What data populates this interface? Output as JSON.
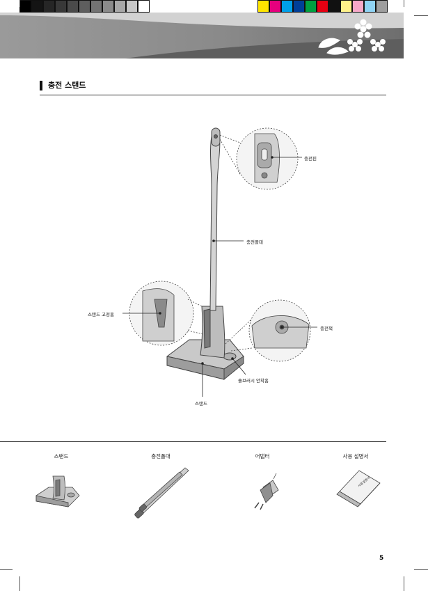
{
  "colors": {
    "gray_swatches": [
      "#000000",
      "#141414",
      "#262626",
      "#383838",
      "#4a4a4a",
      "#5e5e5e",
      "#737373",
      "#8a8a8a",
      "#a8a8a8",
      "#c8c8c8",
      "#ffffff"
    ],
    "color_swatches": [
      "#ffe600",
      "#e6007e",
      "#00a0e9",
      "#003f98",
      "#00a040",
      "#e60012",
      "#111111",
      "#fff28a",
      "#f7a8c8",
      "#8fd3f4",
      "#9e9e9e"
    ],
    "banner_dark": "#8c8c8c",
    "banner_light": "#d6d6d6"
  },
  "section": {
    "title": "충전 스탠드"
  },
  "diagram": {
    "labels": {
      "charging_pin": "충전핀",
      "charging_pole": "충전폴대",
      "stand_groove": "스탠드 고정홈",
      "charging_jack": "충전잭",
      "brush_holder": "솔브러시 안착홈",
      "stand": "스탠드"
    }
  },
  "accessories": [
    {
      "label": "스탠드",
      "icon": "stand-icon"
    },
    {
      "label": "충전폴대",
      "icon": "charging-pole-icon"
    },
    {
      "label": "어댑터",
      "icon": "adapter-icon"
    },
    {
      "label": "사용 설명서",
      "icon": "manual-icon"
    }
  ],
  "manual_cover_text": "사용설명서",
  "page_number": "5"
}
